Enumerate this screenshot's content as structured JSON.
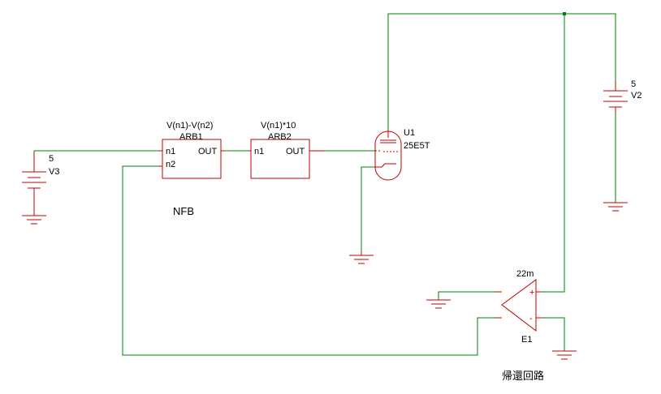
{
  "components": {
    "v3": {
      "value": "5",
      "name": "V3"
    },
    "v2": {
      "value": "5",
      "name": "V2"
    },
    "arb1": {
      "expr": "V(n1)-V(n2)",
      "name": "ARB1",
      "pin_in1": "n1",
      "pin_in2": "n2",
      "pin_out": "OUT"
    },
    "arb2": {
      "expr": "V(n1)*10",
      "name": "ARB2",
      "pin_in1": "n1",
      "pin_out": "OUT"
    },
    "u1": {
      "name": "U1",
      "model": "25E5T"
    },
    "e1": {
      "name": "E1",
      "gain": "22m",
      "plus": "+",
      "minus": "-"
    }
  },
  "labels": {
    "nfb": "NFB",
    "feedback": "帰還回路"
  },
  "colors": {
    "wire": "#008000",
    "component": "#c00000",
    "text": "#000000",
    "background": "#ffffff"
  }
}
